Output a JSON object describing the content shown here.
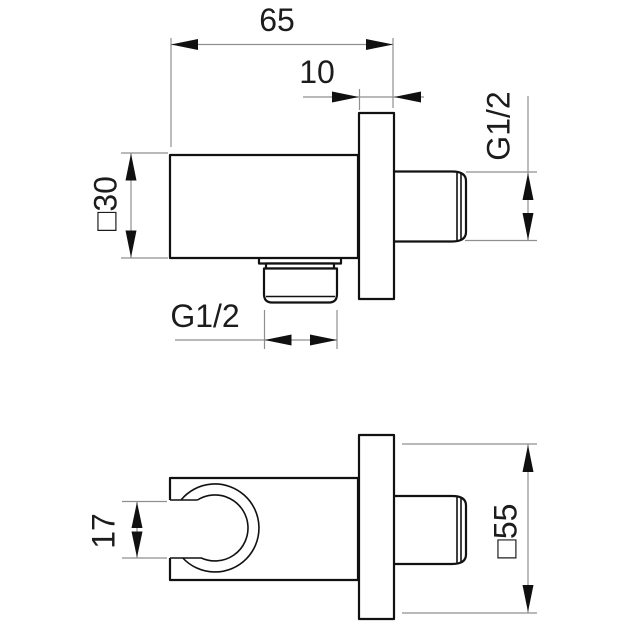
{
  "labels": {
    "width_total": "65",
    "flange_thickness": "10",
    "body_square": "□30",
    "thread_right": "G1/2",
    "thread_bottom": "G1/2",
    "holder_opening": "17",
    "flange_square": "□55"
  },
  "colors": {
    "outline": "#111111",
    "dimension_line": "#8f8f8f",
    "arrow": "#101010",
    "text": "#1c1c1c",
    "background": "#ffffff"
  }
}
